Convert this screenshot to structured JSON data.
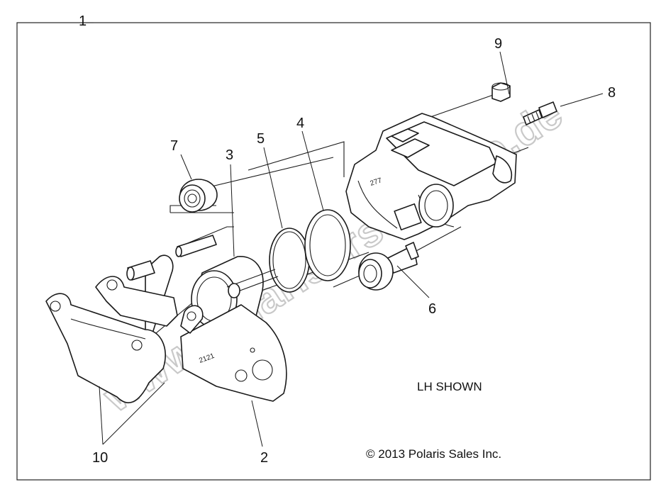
{
  "diagram": {
    "callouts": {
      "c1": "1",
      "c2": "2",
      "c3": "3",
      "c4": "4",
      "c5": "5",
      "c6": "6",
      "c7": "7",
      "c8": "8",
      "c9": "9",
      "c10": "10"
    },
    "view_note": "LH SHOWN",
    "copyright": "© 2013 Polaris Sales Inc.",
    "watermark": "www.polarisersatzteile.de",
    "part_stamps": {
      "caliper": "277",
      "bracket": "2121"
    }
  }
}
